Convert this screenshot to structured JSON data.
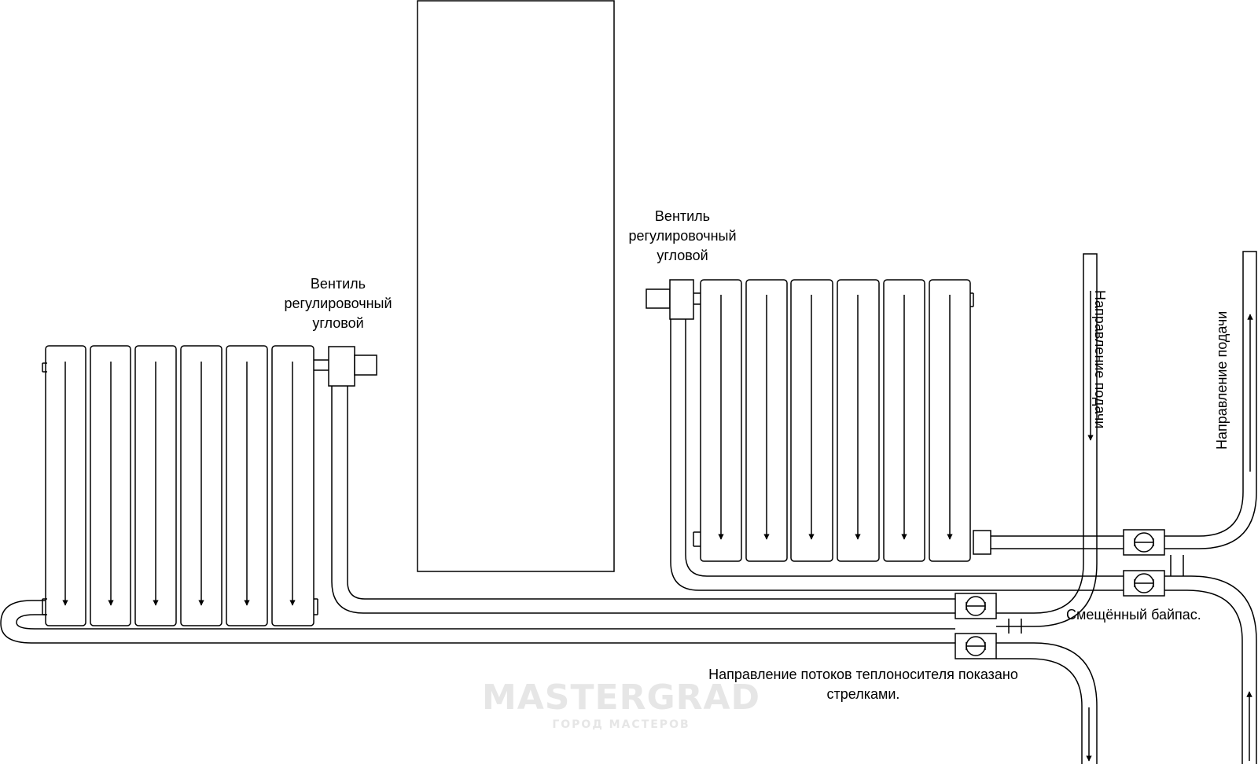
{
  "labels": {
    "valve_left": [
      "Вентиль",
      "регулировочный",
      "угловой"
    ],
    "valve_right": [
      "Вентиль",
      "регулировочный",
      "угловой"
    ],
    "supply_inner": "Направление подачи",
    "supply_outer": "Направление подачи",
    "bypass": "Смещённый байпас.",
    "flow_note": [
      "Направление потоков теплоносителя показано",
      "стрелками."
    ]
  },
  "watermark": {
    "brand": "MASTERGRAD",
    "tagline": "ГОРОД МАСТЕРОВ"
  },
  "colors": {
    "stroke": "#000000",
    "background": "#ffffff",
    "watermark": "#e6e6e6"
  }
}
